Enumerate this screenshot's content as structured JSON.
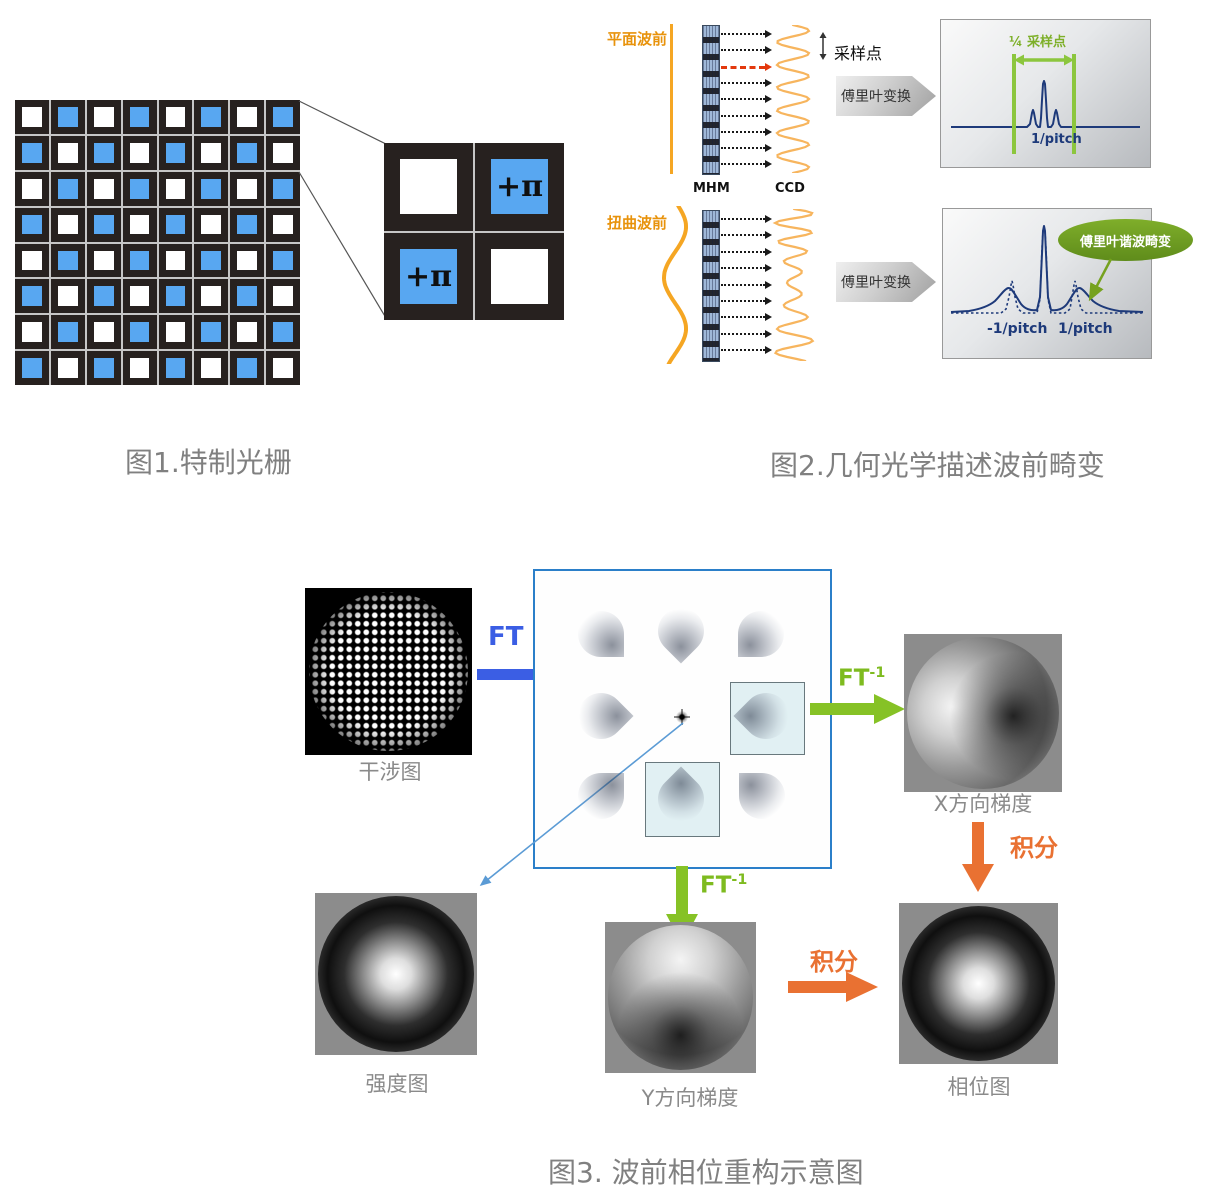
{
  "figure1": {
    "caption": "图1.特制光栅",
    "grating": {
      "rows": 8,
      "cols": 8,
      "pattern": "checkerboard",
      "first_cell": "white"
    },
    "zoom_cells": [
      {
        "color": "white",
        "label": ""
      },
      {
        "color": "blue",
        "label": "+π"
      },
      {
        "color": "blue",
        "label": "+π"
      },
      {
        "color": "white",
        "label": ""
      }
    ]
  },
  "figure2": {
    "caption": "图2.几何光学描述波前畸变",
    "plane": {
      "wavefront_label": "平面波前",
      "mhm_label": "MHM",
      "ccd_label": "CCD",
      "sampling_label": "采样点",
      "ft_label": "傅里叶变换",
      "ray_count": 9,
      "red_ray_index": 2,
      "spectrum": {
        "bracket_label": "¼ 采样点",
        "pitch_label": "1/pitch"
      }
    },
    "distorted": {
      "wavefront_label": "扭曲波前",
      "ft_label": "傅里叶变换",
      "ray_count": 9,
      "spectrum": {
        "neg_pitch_label": "-1/pitch",
        "pitch_label": "1/pitch",
        "callout_label": "傅里叶谐波畸变"
      }
    }
  },
  "figure3": {
    "caption": "图3. 波前相位重构示意图",
    "interferogram_label": "干涉图",
    "ft_label": "FT",
    "ft_inverse_base": "FT",
    "ft_inverse_sup": "-1",
    "x_gradient_label": "X方向梯度",
    "y_gradient_label": "Y方向梯度",
    "intensity_label": "强度图",
    "phase_label": "相位图",
    "integral_label": "积分"
  },
  "colors": {
    "grating_blue": "#58a7f1",
    "grating_frame": "#27211f",
    "caption_gray": "#808080",
    "label_gray": "#8a8a8a",
    "wavefront_orange": "#F5A623",
    "wave_light_orange": "#F7B55E",
    "red_ray": "#E3380D",
    "spectrum_navy": "#1e3a7a",
    "bracket_green": "#8CC63E",
    "callout_green": "#6f9c1f",
    "ft_blue": "#3B5EE4",
    "box_blue": "#2b7fc9",
    "arrow_green": "#86C226",
    "arrow_orange": "#E97132"
  }
}
